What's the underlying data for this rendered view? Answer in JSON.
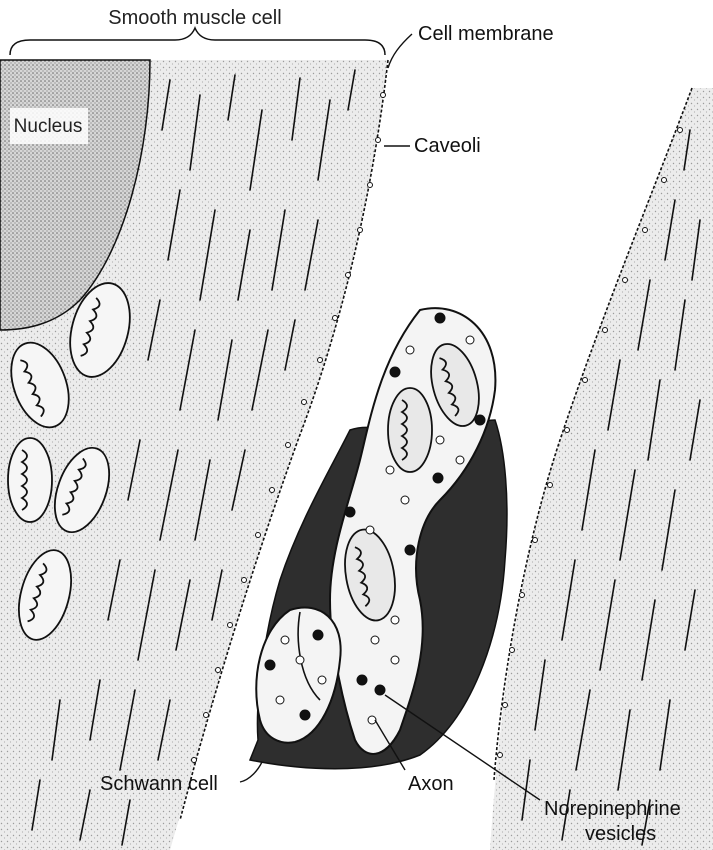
{
  "labels": {
    "smooth_muscle_cell": "Smooth muscle cell",
    "nucleus": "Nucleus",
    "cell_membrane": "Cell membrane",
    "caveoli": "Caveoli",
    "schwann_cell": "Schwann cell",
    "axon": "Axon",
    "norepinephrine_line1": "Norepinephrine",
    "norepinephrine_line2": "vesicles"
  },
  "colors": {
    "ink": "#111111",
    "cytoplasm_stipple": "#cfcfcf",
    "nucleus_stipple": "#9a9a9a",
    "schwann_cell": "#2e2e2e",
    "axon_fill": "#f4f4f4"
  }
}
